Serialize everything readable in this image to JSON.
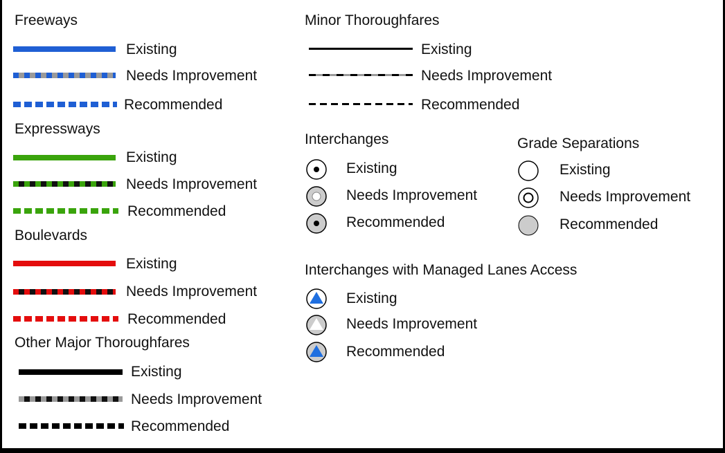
{
  "legend_left": {
    "freeways": {
      "heading": "Freeways",
      "color": "#1f5fd4",
      "items": [
        "Existing",
        "Needs Improvement",
        "Recommended"
      ]
    },
    "expressways": {
      "heading": "Expressways",
      "color": "#3aa40c",
      "items": [
        "Existing",
        "Needs Improvement",
        "Recommended"
      ]
    },
    "boulevards": {
      "heading": "Boulevards",
      "color": "#e40d0d",
      "items": [
        "Existing",
        "Needs Improvement",
        "Recommended"
      ]
    },
    "other_major": {
      "heading": "Other Major Thoroughfares",
      "color": "#000000",
      "items": [
        "Existing",
        "Needs Improvement",
        "Recommended"
      ]
    }
  },
  "minor": {
    "heading": "Minor Thoroughfares",
    "items": [
      "Existing",
      "Needs Improvement",
      "Recommended"
    ]
  },
  "interchanges": {
    "heading": "Interchanges",
    "items": [
      "Existing",
      "Needs Improvement",
      "Recommended"
    ]
  },
  "grade_separations": {
    "heading": "Grade Separations",
    "items": [
      "Existing",
      "Needs Improvement",
      "Recommended"
    ]
  },
  "managed_lanes": {
    "heading": "Interchanges with Managed Lanes Access",
    "items": [
      "Existing",
      "Needs Improvement",
      "Recommended"
    ]
  },
  "colors": {
    "gray_dash": "#9a9a9a",
    "light_fill": "#cccccc",
    "blue_triangle": "#1f6fe0"
  }
}
